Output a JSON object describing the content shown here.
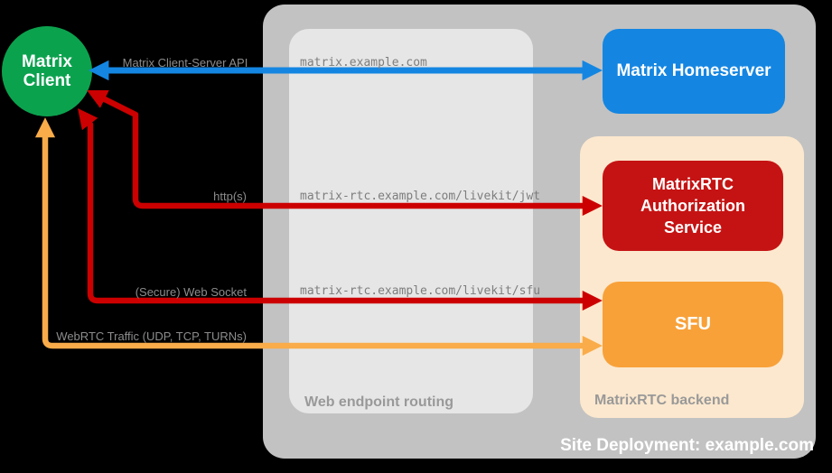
{
  "colors": {
    "background": "#000000",
    "client_green": "#0ba24e",
    "homeserver_blue": "#1486e2",
    "auth_red": "#c51313",
    "arrow_red": "#cc0000",
    "sfu_orange": "#f8a139",
    "arrow_orange": "#f9ac49",
    "site_container_gray": "#c2c2c2",
    "routing_container_gray": "#e6e6e6",
    "backend_container_peach": "#fce8ce"
  },
  "client": {
    "line1": "Matrix",
    "line2": "Client"
  },
  "homeserver": {
    "label": "Matrix Homeserver"
  },
  "routing": {
    "title": "Web endpoint routing",
    "endpoints": {
      "homeserver": "matrix.example.com",
      "jwt": "matrix-rtc.example.com/livekit/jwt",
      "sfu": "matrix-rtc.example.com/livekit/sfu"
    }
  },
  "backend": {
    "title": "MatrixRTC backend",
    "auth_service": {
      "label": "MatrixRTC Authorization Service"
    },
    "sfu": {
      "label": "SFU"
    }
  },
  "site": {
    "title": "Site Deployment: example.com"
  },
  "arrows": {
    "cs_api": {
      "label": "Matrix Client-Server API"
    },
    "http": {
      "label": "http(s)"
    },
    "websocket": {
      "label": "(Secure) Web Socket"
    },
    "webrtc": {
      "label": "WebRTC Traffic (UDP, TCP, TURNs)"
    }
  }
}
